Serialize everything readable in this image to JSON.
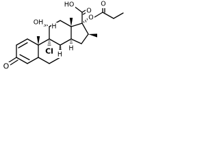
{
  "atoms": {
    "ketone_oxygen": "O",
    "hydroxyl_11": "OH",
    "hydrogen_11": "H",
    "chlorine_9": "Cl",
    "hydrogen_8": "H",
    "hydrogen_14": "H",
    "side_chain_hydroxyl": "HO",
    "side_chain_ketone_oxygen": "O",
    "ester_oxygen": "O",
    "ester_carbonyl_oxygen": "O"
  }
}
